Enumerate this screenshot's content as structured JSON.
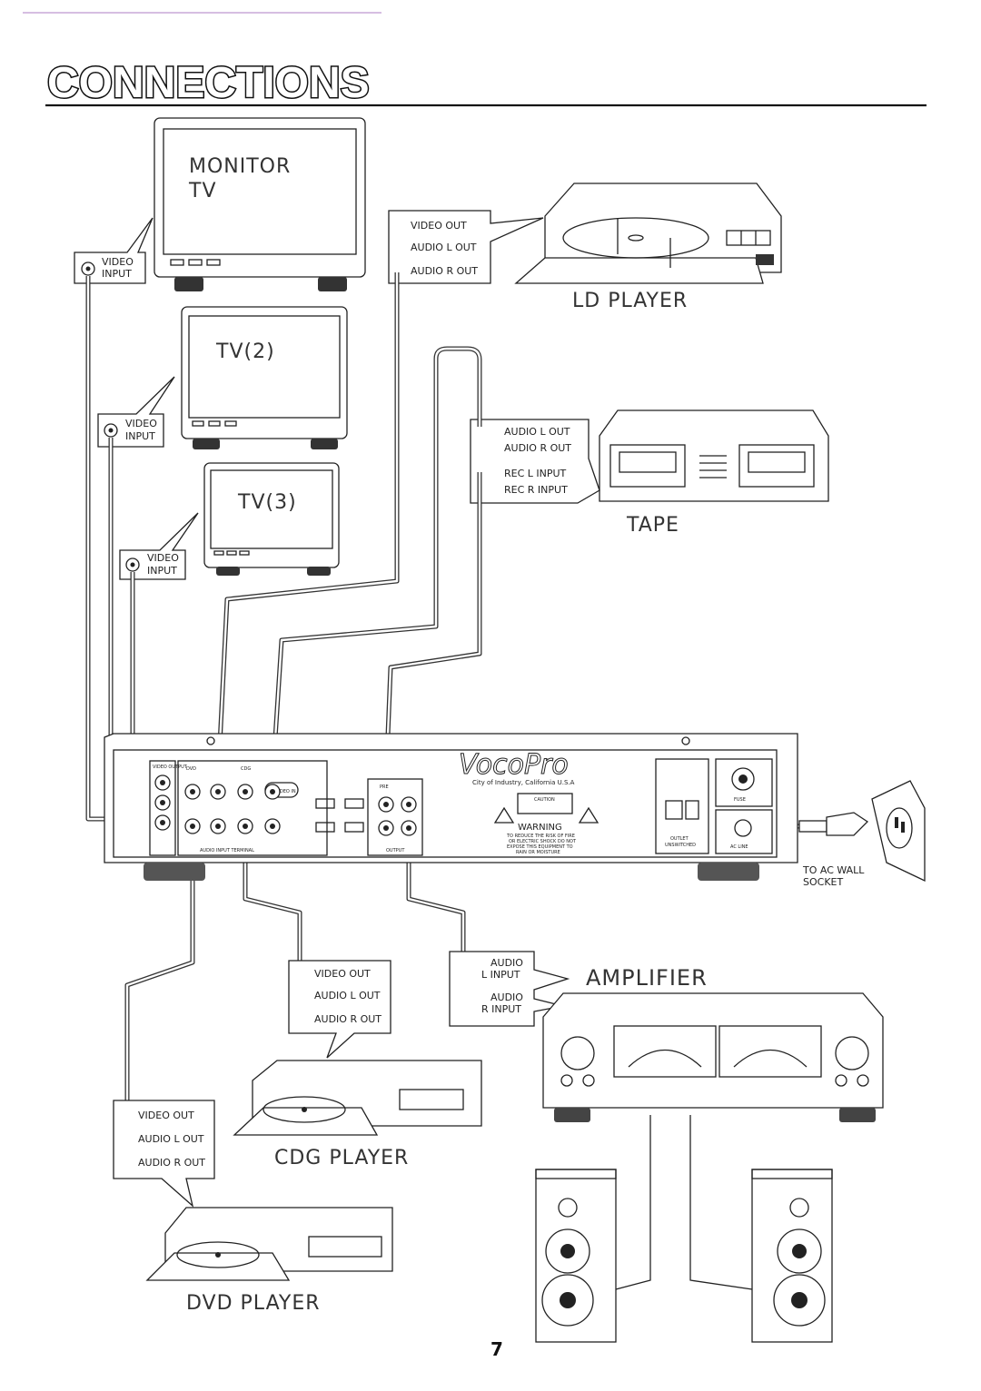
{
  "header": {
    "title": "CONNECTIONS"
  },
  "devices": {
    "monitor": {
      "label1": "MONITOR",
      "label2": "TV"
    },
    "tv2": {
      "label": "TV(2)"
    },
    "tv3": {
      "label": "TV(3)"
    },
    "ld_player": {
      "label": "LD PLAYER"
    },
    "tape": {
      "label": "TAPE"
    },
    "amplifier": {
      "label": "AMPLIFIER"
    },
    "cdg_player": {
      "label": "CDG PLAYER"
    },
    "dvd_player": {
      "label": "DVD PLAYER"
    }
  },
  "callouts": {
    "monitor_input": [
      "VIDEO",
      "INPUT"
    ],
    "tv2_input": [
      "VIDEO",
      "INPUT"
    ],
    "tv3_input": [
      "VIDEO",
      "INPUT"
    ],
    "ld_outputs": [
      "VIDEO OUT",
      "AUDIO L OUT",
      "AUDIO R OUT"
    ],
    "tape_ports": [
      "AUDIO L OUT",
      "AUDIO R OUT",
      "REC L INPUT",
      "REC R INPUT"
    ],
    "cdg_outputs": [
      "VIDEO OUT",
      "AUDIO L OUT",
      "AUDIO R OUT"
    ],
    "dvd_outputs": [
      "VIDEO OUT",
      "AUDIO L OUT",
      "AUDIO R OUT"
    ],
    "amp_inputs": [
      "AUDIO",
      "L INPUT",
      "AUDIO",
      "R INPUT"
    ],
    "socket": [
      "TO AC WALL",
      "SOCKET"
    ]
  },
  "panel": {
    "brand": "VocoPro",
    "city": "City of Industry, California U.S.A",
    "warning_title": "WARNING",
    "warning_lines": [
      "TO REDUCE THE RISK OF FIRE",
      "OR ELECTRIC SHOCK DO NOT",
      "EXPOSE THIS EQUIPMENT TO",
      "RAIN OR MOISTURE"
    ],
    "caution": "CAUTION",
    "video_output": "VIDEO OUTPUT",
    "dvd": "DVD",
    "cdg": "CDG",
    "video_in": "VIDEO IN",
    "audio_input": "AUDIO INPUT TERMINAL",
    "pre": "PRE",
    "output": "OUTPUT",
    "fuse": "FUSE",
    "outlet": [
      "OUTLET",
      "UNSWITCHED"
    ],
    "ac_line": "AC LINE"
  },
  "footer": {
    "page_number": "7"
  }
}
